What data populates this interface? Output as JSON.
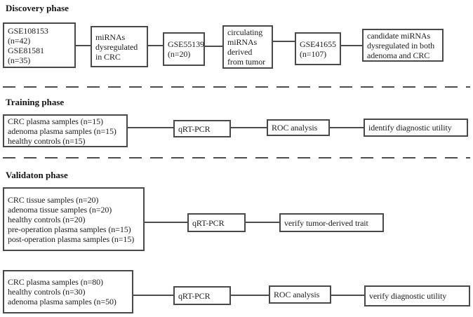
{
  "colors": {
    "background": "#ffffff",
    "line": "#4d4d4d",
    "text": "#1d1d1d"
  },
  "phases": {
    "discovery": {
      "title": "Discovery phase",
      "boxes": [
        {
          "text": "GSE108153\n(n=42)\nGSE81581\n(n=35)"
        },
        {
          "text": "miRNAs\ndysregulated\nin CRC"
        },
        {
          "text": "GSE55139\n(n=20)"
        },
        {
          "text": "circulating\nmiRNAs\nderived\nfrom tumor"
        },
        {
          "text": "GSE41655\n(n=107)"
        },
        {
          "text": "candidate miRNAs\ndysregulated in both\nadenoma and CRC"
        }
      ]
    },
    "training": {
      "title": "Training phase",
      "boxes": [
        {
          "text": "CRC plasma samples (n=15)\nadenoma plasma samples (n=15)\nhealthy controls (n=15)"
        },
        {
          "text": "qRT-PCR"
        },
        {
          "text": "ROC analysis"
        },
        {
          "text": "identify diagnostic utility"
        }
      ]
    },
    "validation": {
      "title": "Validaton phase",
      "rows": [
        {
          "boxes": [
            {
              "text": "CRC tissue samples (n=20)\nadenoma tissue samples (n=20)\nhealthy controls (n=20)\npre-operation plasma samples (n=15)\npost-operation plasma samples (n=15)"
            },
            {
              "text": "qRT-PCR"
            },
            {
              "text": "verify tumor-derived trait"
            }
          ]
        },
        {
          "boxes": [
            {
              "text": "CRC plasma samples (n=80)\nhealthy controls (n=30)\nadenoma plasma samples (n=50)"
            },
            {
              "text": "qRT-PCR"
            },
            {
              "text": "ROC analysis"
            },
            {
              "text": "verify diagnostic utility"
            }
          ]
        }
      ]
    }
  }
}
